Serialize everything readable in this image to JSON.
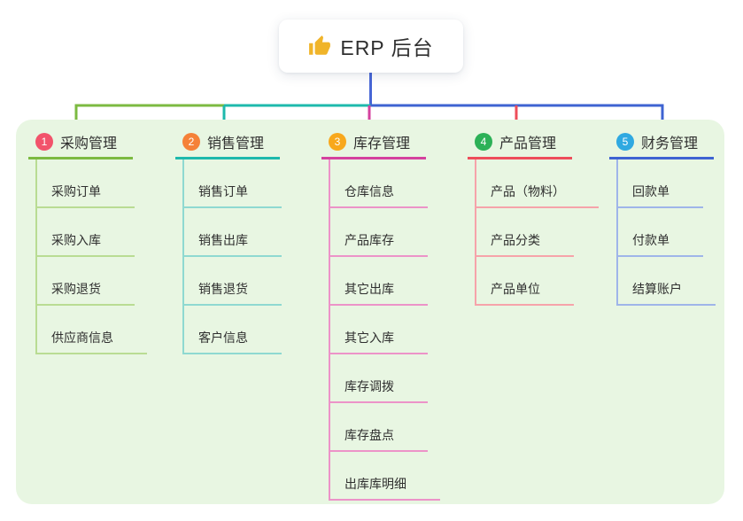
{
  "root_node": {
    "icon": "thumbs-up",
    "title": "ERP 后台"
  },
  "branches": [
    {
      "badge": "1",
      "title": "采购管理",
      "badge_color": "#f2536b",
      "line_color": "#7cba41",
      "item_line_color": "#b9dc93",
      "items": [
        "采购订单",
        "采购入库",
        "采购退货",
        "供应商信息"
      ]
    },
    {
      "badge": "2",
      "title": "销售管理",
      "badge_color": "#f58138",
      "line_color": "#1db9ac",
      "item_line_color": "#8fd9d1",
      "items": [
        "销售订单",
        "销售出库",
        "销售退货",
        "客户信息"
      ]
    },
    {
      "badge": "3",
      "title": "库存管理",
      "badge_color": "#f8a81c",
      "line_color": "#d4419e",
      "item_line_color": "#ec93c8",
      "items": [
        "仓库信息",
        "产品库存",
        "其它出库",
        "其它入库",
        "库存调拨",
        "库存盘点",
        "出库库明细"
      ]
    },
    {
      "badge": "4",
      "title": "产品管理",
      "badge_color": "#2cb157",
      "line_color": "#ee4d5a",
      "item_line_color": "#f6a3aa",
      "items": [
        "产品（物料）",
        "产品分类",
        "产品单位"
      ]
    },
    {
      "badge": "5",
      "title": "财务管理",
      "badge_color": "#2fa9e1",
      "line_color": "#3e63d2",
      "item_line_color": "#9fb5e9",
      "items": [
        "回款单",
        "付款单",
        "结算账户"
      ]
    }
  ],
  "connector": {
    "stem_color": "#4766d6"
  },
  "colors": {
    "canvas_bg": "#ffffff",
    "panel_bg": "#e8f6e2",
    "text": "#2f2f2f",
    "node_bg": "#ffffff",
    "thumb": "#f0b429"
  }
}
